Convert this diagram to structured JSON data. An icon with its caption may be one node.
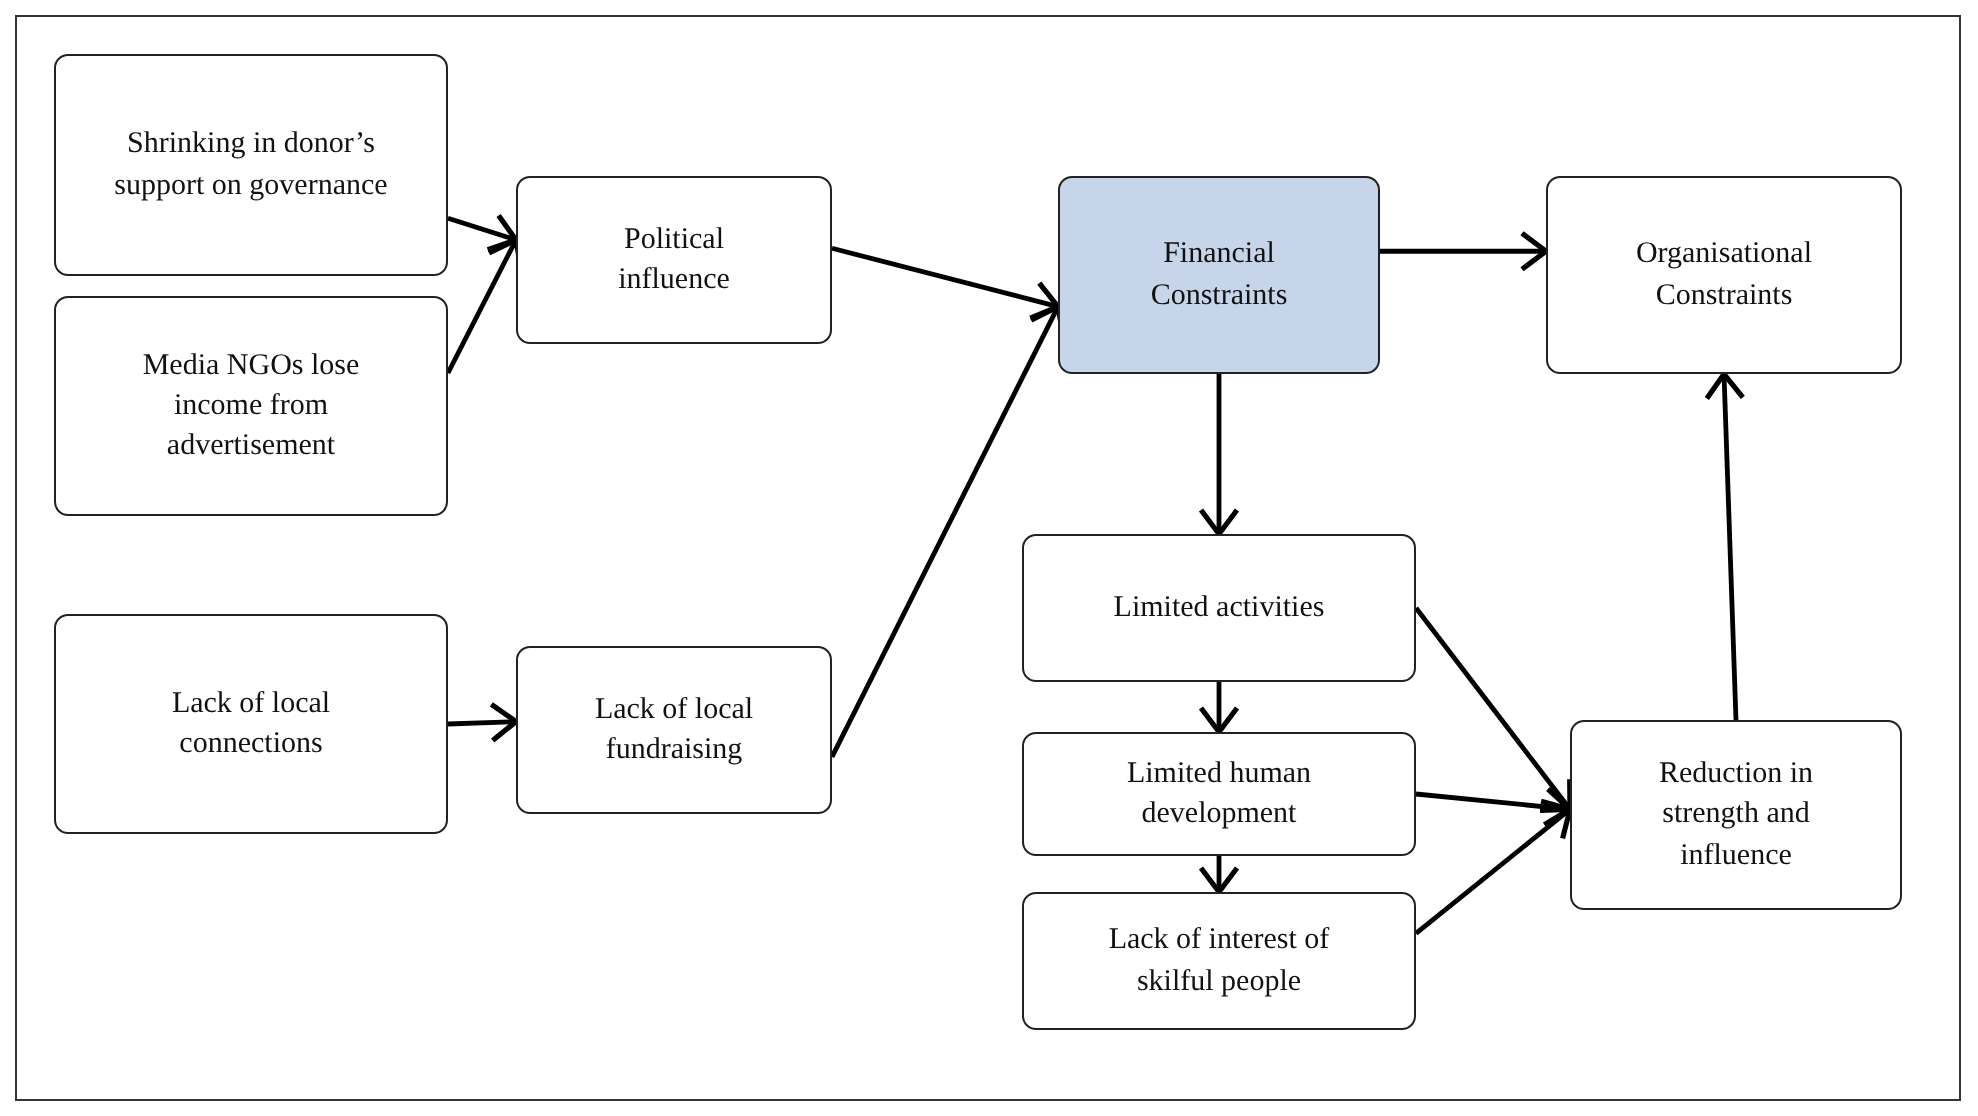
{
  "diagram": {
    "nodes": [
      {
        "text": [
          "Shrinking in donor’s support on governance"
        ]
      },
      {
        "text": [
          "Media NGOs lose income from advertisement"
        ]
      },
      {
        "text": [
          "Political influence"
        ]
      },
      {
        "text": [
          "Financial Constraints"
        ]
      },
      {
        "text": [
          "Organisational Constraints"
        ]
      },
      {
        "text": [
          "Lack of local connections"
        ]
      },
      {
        "text": [
          "Lack of local fundraising"
        ]
      },
      {
        "text": [
          "Limited activities"
        ]
      },
      {
        "text": [
          "Limited human development"
        ]
      },
      {
        "text": [
          "Lack of interest of skilful people"
        ]
      },
      {
        "text": [
          "Reduction in strength and influence"
        ]
      }
    ],
    "edges": [
      {
        "from": 0,
        "to": 2,
        "arrow": "to"
      },
      {
        "from": 1,
        "to": 2,
        "arrow": "to"
      },
      {
        "from": 2,
        "to": 3,
        "arrow": "to"
      },
      {
        "from": 6,
        "to": 3,
        "arrow": "to"
      },
      {
        "from": 3,
        "to": 4,
        "arrow": "to"
      },
      {
        "from": 5,
        "to": 6,
        "arrow": "to"
      },
      {
        "from": 3,
        "to": 7,
        "arrow": "to"
      },
      {
        "from": 7,
        "to": 8,
        "arrow": "to"
      },
      {
        "from": 8,
        "to": 9,
        "arrow": "to"
      },
      {
        "from": 7,
        "to": 10,
        "arrow": "to"
      },
      {
        "from": 8,
        "to": 10,
        "arrow": "to"
      },
      {
        "from": 9,
        "to": 10,
        "arrow": "to"
      },
      {
        "from": 10,
        "to": 4,
        "arrow": "to"
      }
    ]
  }
}
